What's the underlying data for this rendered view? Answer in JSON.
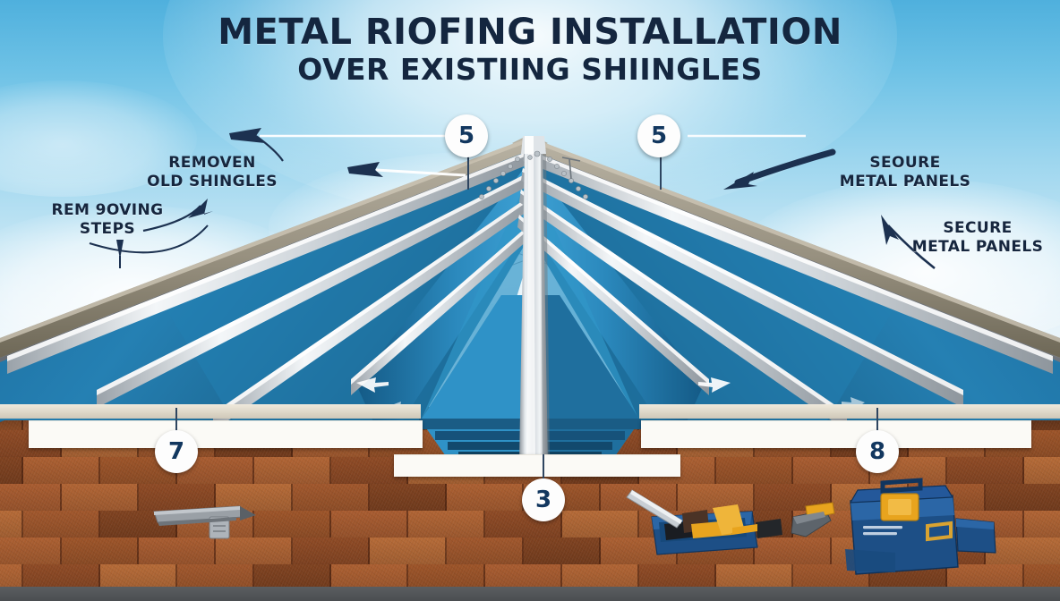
{
  "title": {
    "line1": "METAL RIOFING INSTALLATION",
    "line2": "OVER EXISTIING SHIINGLES"
  },
  "colors": {
    "title_navy": "#14263f",
    "sky_top": "#4fb0dd",
    "sky_horizon": "#ffffff",
    "metal_panel_blue": "#1f6f9e",
    "metal_panel_blue_dark": "#14527a",
    "seam_silver": "#d8dde1",
    "shingle_brown": "#a85c30",
    "shingle_gray": "#7c8189",
    "badge_text": "#12375f",
    "toolbox_blue": "#1d4f86",
    "toolbox_gold": "#e8a41e",
    "fascia_white": "#fbfaf6"
  },
  "labels": [
    {
      "id": "removen-old-shingles",
      "text": "REMOVEN\nOLD SHINGLES"
    },
    {
      "id": "rem-9oving-steps",
      "text": "REM 9OVING\nSTEPS"
    },
    {
      "id": "secure-metal-panels-upper",
      "text": "SEOURE\nMETAL PANELS"
    },
    {
      "id": "secure-metal-panels-lower",
      "text": "SECURE\nMETAL PANELS"
    }
  ],
  "badges": [
    {
      "id": "badge-ridge-left",
      "number": "5"
    },
    {
      "id": "badge-ridge-right",
      "number": "5"
    },
    {
      "id": "badge-eave-left",
      "number": "7"
    },
    {
      "id": "badge-eave-right",
      "number": "8"
    },
    {
      "id": "badge-center",
      "number": "3"
    }
  ],
  "scene": {
    "roof_type": "hip roof with blue standing-seam metal panels over existing asphalt shingles",
    "objects": [
      {
        "id": "metal-shear-tool",
        "name": "metal-shear-tool"
      },
      {
        "id": "open-toolbox",
        "name": "open-toolbox"
      },
      {
        "id": "hand-tool",
        "name": "hand-tool"
      },
      {
        "id": "closed-toolbox",
        "name": "closed-toolbox"
      }
    ]
  }
}
